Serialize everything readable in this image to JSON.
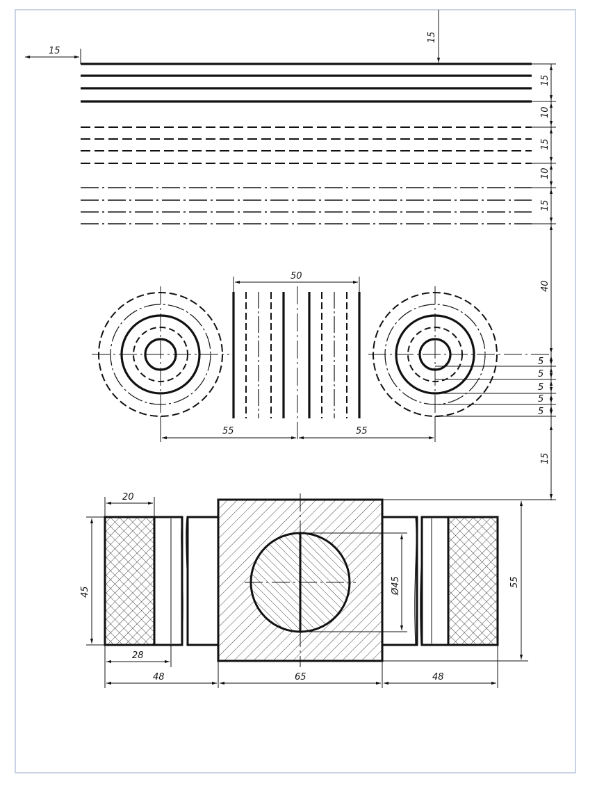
{
  "drawing": {
    "colors": {
      "ink": "#111111",
      "paper": "#ffffff",
      "frame": "#c9d3e3"
    },
    "line_types": [
      "solid-thick",
      "dashed",
      "dash-dot"
    ],
    "dimensions": {
      "top_offset": "15",
      "left_offset": "15",
      "solid_spacing": "15",
      "gap_1": "10",
      "dashed_spacing": "15",
      "gap_2": "10",
      "dashdot_spacing": "15",
      "gap_circles": "40",
      "middle_width": "50",
      "left_center_span": "55",
      "right_center_span": "55",
      "ring_1": "5",
      "ring_2": "5",
      "ring_3": "5",
      "ring_4": "5",
      "ring_5": "5",
      "gap_bottom": "15",
      "block_top_width": "20",
      "block_height": "45",
      "inner_width": "28",
      "left_length": "48",
      "center_length": "65",
      "right_length": "48",
      "circle_diameter": "Ø45",
      "total_height": "55"
    }
  }
}
